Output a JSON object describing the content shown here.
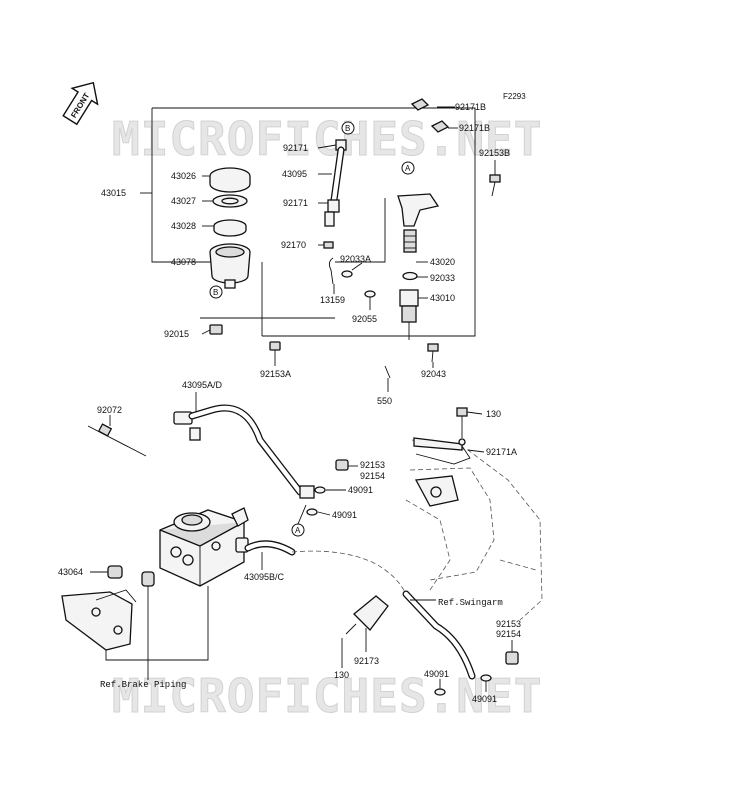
{
  "figure_code": "F2293",
  "watermark": "MICROFICHES.NET",
  "front_label": "FRONT",
  "callouts": {
    "A": "A",
    "B": "B"
  },
  "parts": {
    "p43015": "43015",
    "p43026": "43026",
    "p43027": "43027",
    "p43028": "43028",
    "p43078": "43078",
    "p92015": "92015",
    "p92153A": "92153A",
    "p92171": "92171",
    "p43095": "43095",
    "p92171b": "92171",
    "p92170": "92170",
    "p92033A": "92033A",
    "p13159": "13159",
    "p92055": "92055",
    "p92171B_1": "92171B",
    "p92171B_2": "92171B",
    "p92153B": "92153B",
    "p43020": "43020",
    "p92033": "92033",
    "p43010": "43010",
    "p92043": "92043",
    "p550": "550",
    "p92072": "92072",
    "p43095AD": "43095A/D",
    "p92153_92154_a": [
      "92153",
      "92154"
    ],
    "p49091_a": "49091",
    "p49091_b": "49091",
    "p43064": "43064",
    "p43095BC": "43095B/C",
    "p130_a": "130",
    "p92171A": "92171A",
    "p92153_92154_b": [
      "92153",
      "92154"
    ],
    "p92173": "92173",
    "p130_b": "130",
    "p49091_c": "49091",
    "p49091_d": "49091"
  },
  "references": {
    "brake_piping": "Ref.Brake Piping",
    "swingarm": "Ref.Swingarm"
  }
}
